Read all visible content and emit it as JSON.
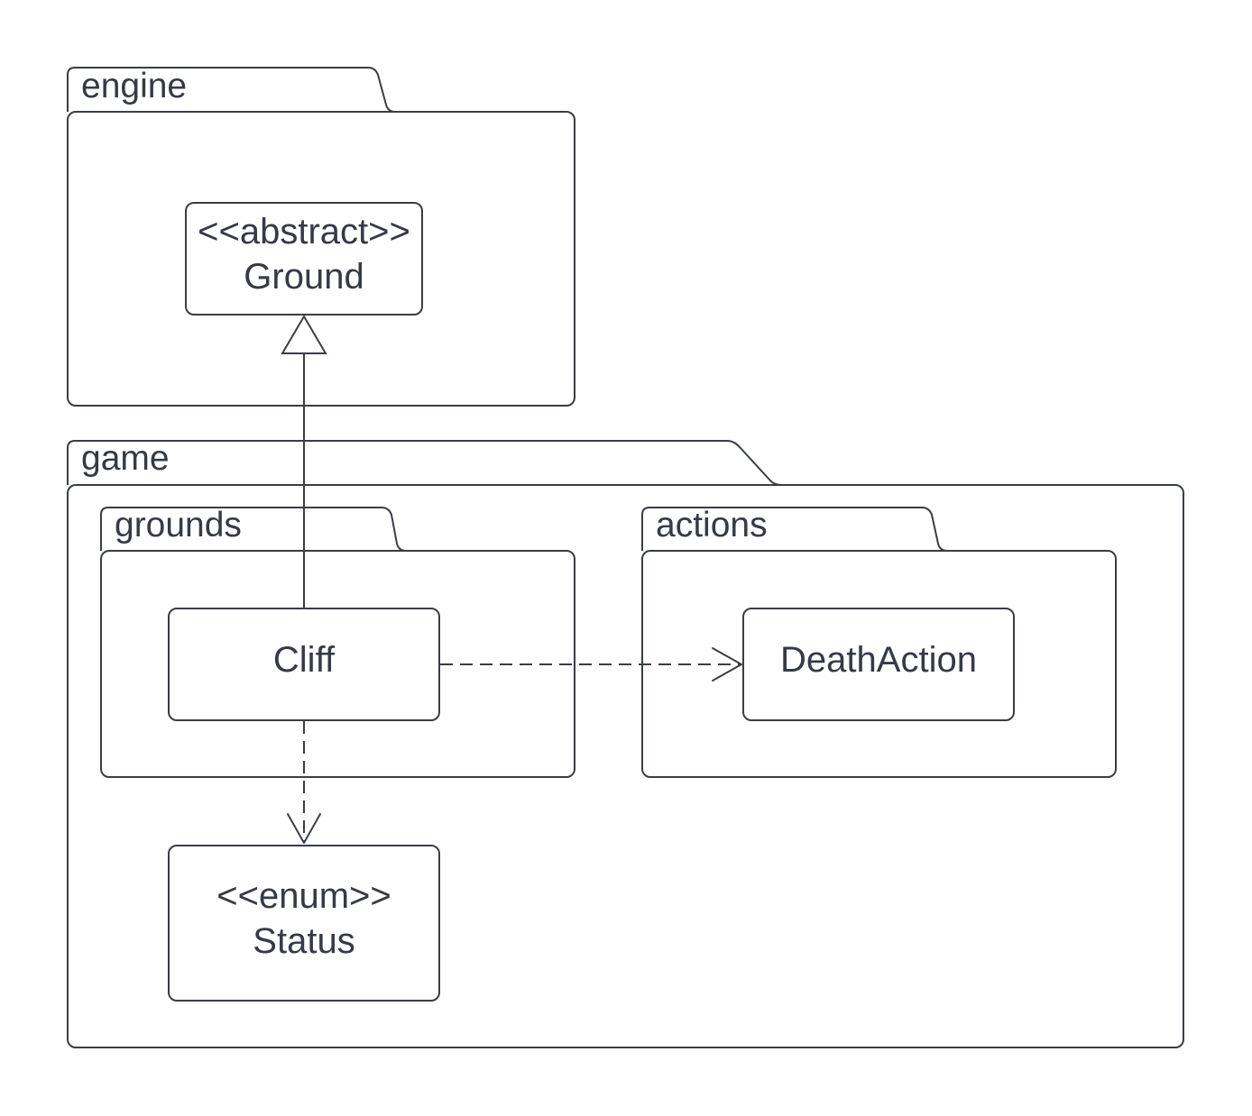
{
  "packages": {
    "engine": {
      "label": "engine"
    },
    "game": {
      "label": "game"
    },
    "grounds": {
      "label": "grounds"
    },
    "actions": {
      "label": "actions"
    }
  },
  "classes": {
    "ground": {
      "stereotype": "<<abstract>>",
      "name": "Ground"
    },
    "cliff": {
      "name": "Cliff"
    },
    "death_action": {
      "name": "DeathAction"
    },
    "status": {
      "stereotype": "<<enum>>",
      "name": "Status"
    }
  },
  "relationships": [
    {
      "type": "generalization",
      "from": "Cliff",
      "to": "Ground"
    },
    {
      "type": "dependency",
      "from": "Cliff",
      "to": "DeathAction"
    },
    {
      "type": "dependency",
      "from": "Cliff",
      "to": "Status"
    }
  ],
  "colors": {
    "stroke": "#3a3d47",
    "text": "#363a47",
    "background": "#ffffff"
  }
}
